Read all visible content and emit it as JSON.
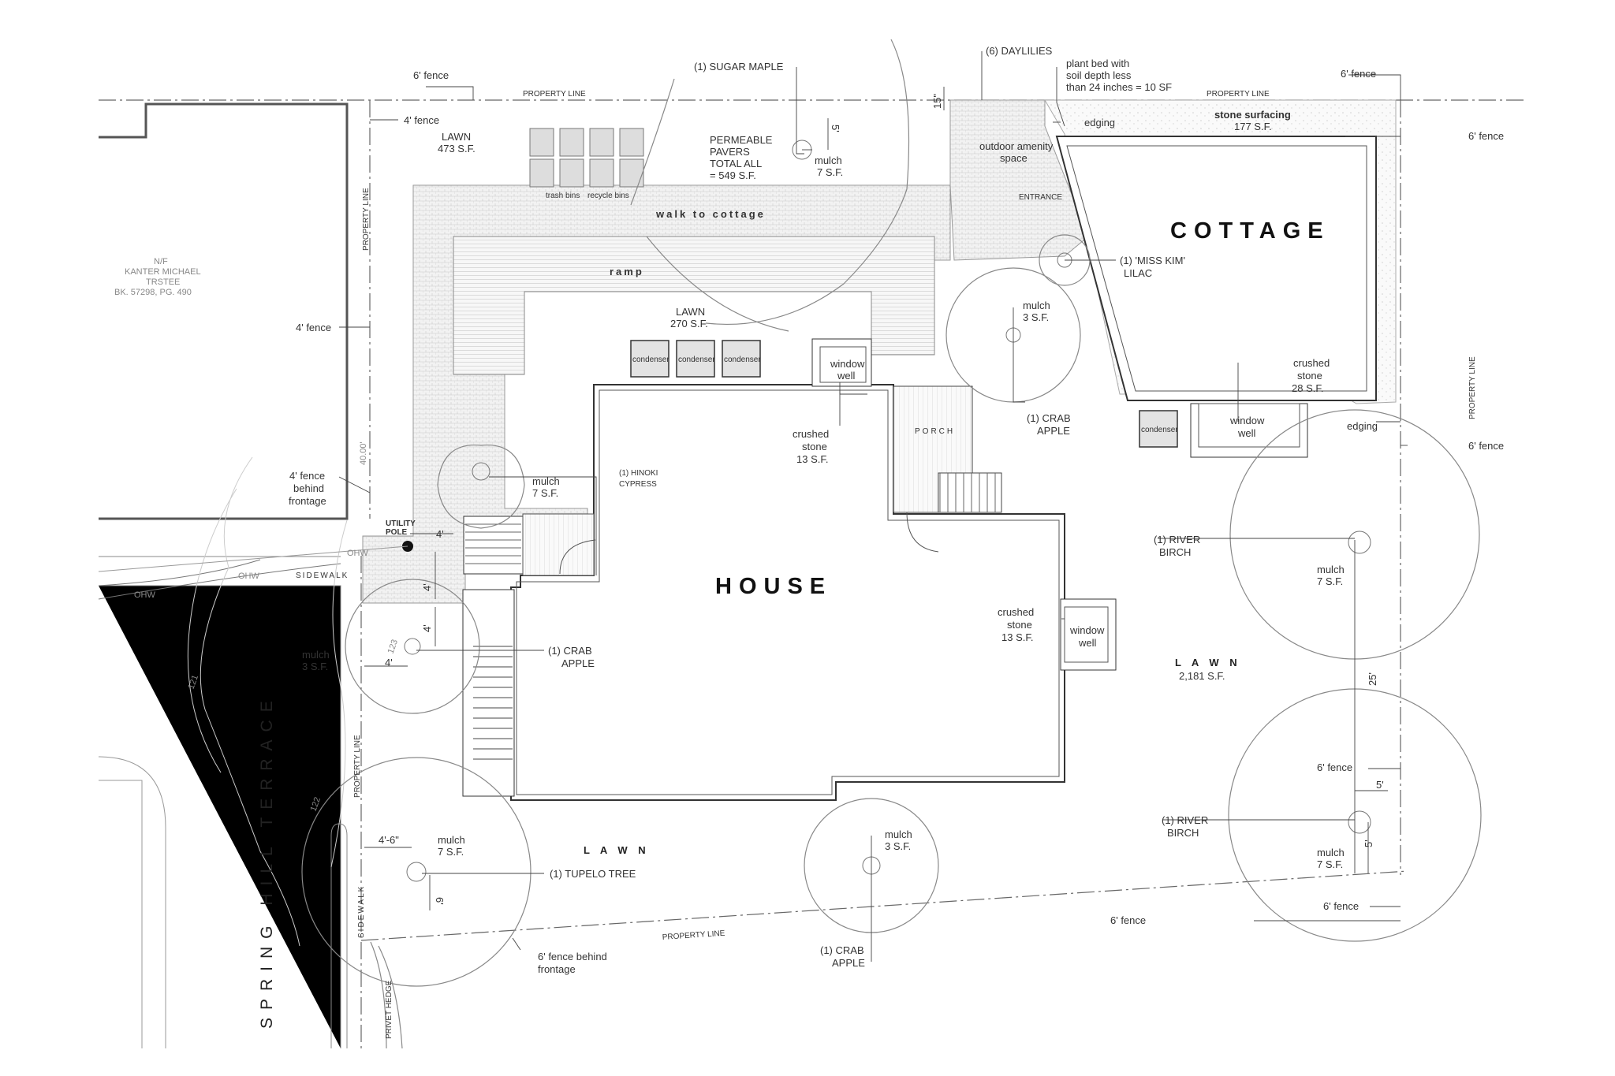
{
  "buildings": {
    "house": "HOUSE",
    "cottage": "COTTAGE",
    "porch": "PORCH",
    "ramp": "ramp",
    "walk": "walk to cottage",
    "entrance": "ENTRANCE"
  },
  "street": {
    "name": "SPRING HILL TERRACE",
    "sidewalk": "SIDEWALK",
    "utility_pole": [
      "UTILITY",
      "POLE"
    ],
    "ohw": "OHW"
  },
  "neighbor": [
    "N/F",
    "KANTER MICHAEL",
    "TRSTEE",
    "BK. 57298, PG. 490"
  ],
  "areas": {
    "lawn_top": [
      "LAWN",
      "473 S.F."
    ],
    "lawn_mid": [
      "LAWN",
      "270 S.F."
    ],
    "lawn_east": [
      "L A W N",
      "2,181 S.F."
    ],
    "lawn_south": "L A W N",
    "pavers": [
      "PERMEABLE",
      "PAVERS",
      "TOTAL ALL",
      "= 549 S.F."
    ],
    "stone_surfacing": [
      "stone surfacing",
      "177 S.F."
    ],
    "outdoor_amenity": [
      "outdoor amenity",
      "space"
    ],
    "plant_bed": [
      "plant bed with",
      "soil depth less",
      "than 24 inches = 10 SF"
    ],
    "trash_bins": "trash bins",
    "recycle_bins": "recycle bins"
  },
  "plants": {
    "sugar_maple": "(1) SUGAR MAPLE",
    "daylilies": "(6) DAYLILIES",
    "miss_kim": [
      "(1) 'MISS KIM'",
      "LILAC"
    ],
    "hinoki": [
      "(1) HINOKI",
      "CYPRESS"
    ],
    "crab_apple_1": [
      "(1) CRAB",
      "APPLE"
    ],
    "crab_apple_2": [
      "(1) CRAB",
      "APPLE"
    ],
    "crab_apple_3": [
      "(1) CRAB",
      "APPLE"
    ],
    "tupelo": "(1) TUPELO TREE",
    "river_birch_1": [
      "(1) RIVER",
      "BIRCH"
    ],
    "river_birch_2": [
      "(1) RIVER",
      "BIRCH"
    ],
    "privet_hedge": "PRIVET HEDGE"
  },
  "mulch": {
    "maple": [
      "mulch",
      "7 S.F."
    ],
    "lilac": [
      "mulch",
      "3 S.F."
    ],
    "hinoki": [
      "mulch",
      "7 S.F."
    ],
    "crab_1": [
      "mulch",
      "3 S.F."
    ],
    "crab_3": [
      "mulch",
      "3 S.F."
    ],
    "tupelo": [
      "mulch",
      "7 S.F."
    ],
    "birch_1": [
      "mulch",
      "7 S.F."
    ],
    "birch_2": [
      "mulch",
      "7 S.F."
    ]
  },
  "stone": {
    "house_north": [
      "crushed",
      "stone",
      "13 S.F."
    ],
    "house_east": [
      "crushed",
      "stone",
      "13 S.F."
    ],
    "cottage": [
      "crushed",
      "stone",
      "28 S.F."
    ]
  },
  "window_wells": {
    "north": [
      "window",
      "well"
    ],
    "east": [
      "window",
      "well"
    ],
    "cottage": [
      "window",
      "well"
    ]
  },
  "condenser": "condenser",
  "fences": {
    "six_ft": "6' fence",
    "four_ft": "4' fence",
    "four_behind": [
      "4' fence",
      "behind",
      "frontage"
    ],
    "six_behind": [
      "6' fence behind",
      "frontage"
    ],
    "edging": "edging"
  },
  "property_line": "PROPERTY LINE",
  "dimensions": {
    "d4": "4'",
    "d5": "5'",
    "d6": "6'",
    "d15": "15\"",
    "d25": "25'",
    "d4_6": "4'-6\"",
    "d40": "40.00'"
  },
  "contours": [
    "121",
    "122",
    "123"
  ]
}
